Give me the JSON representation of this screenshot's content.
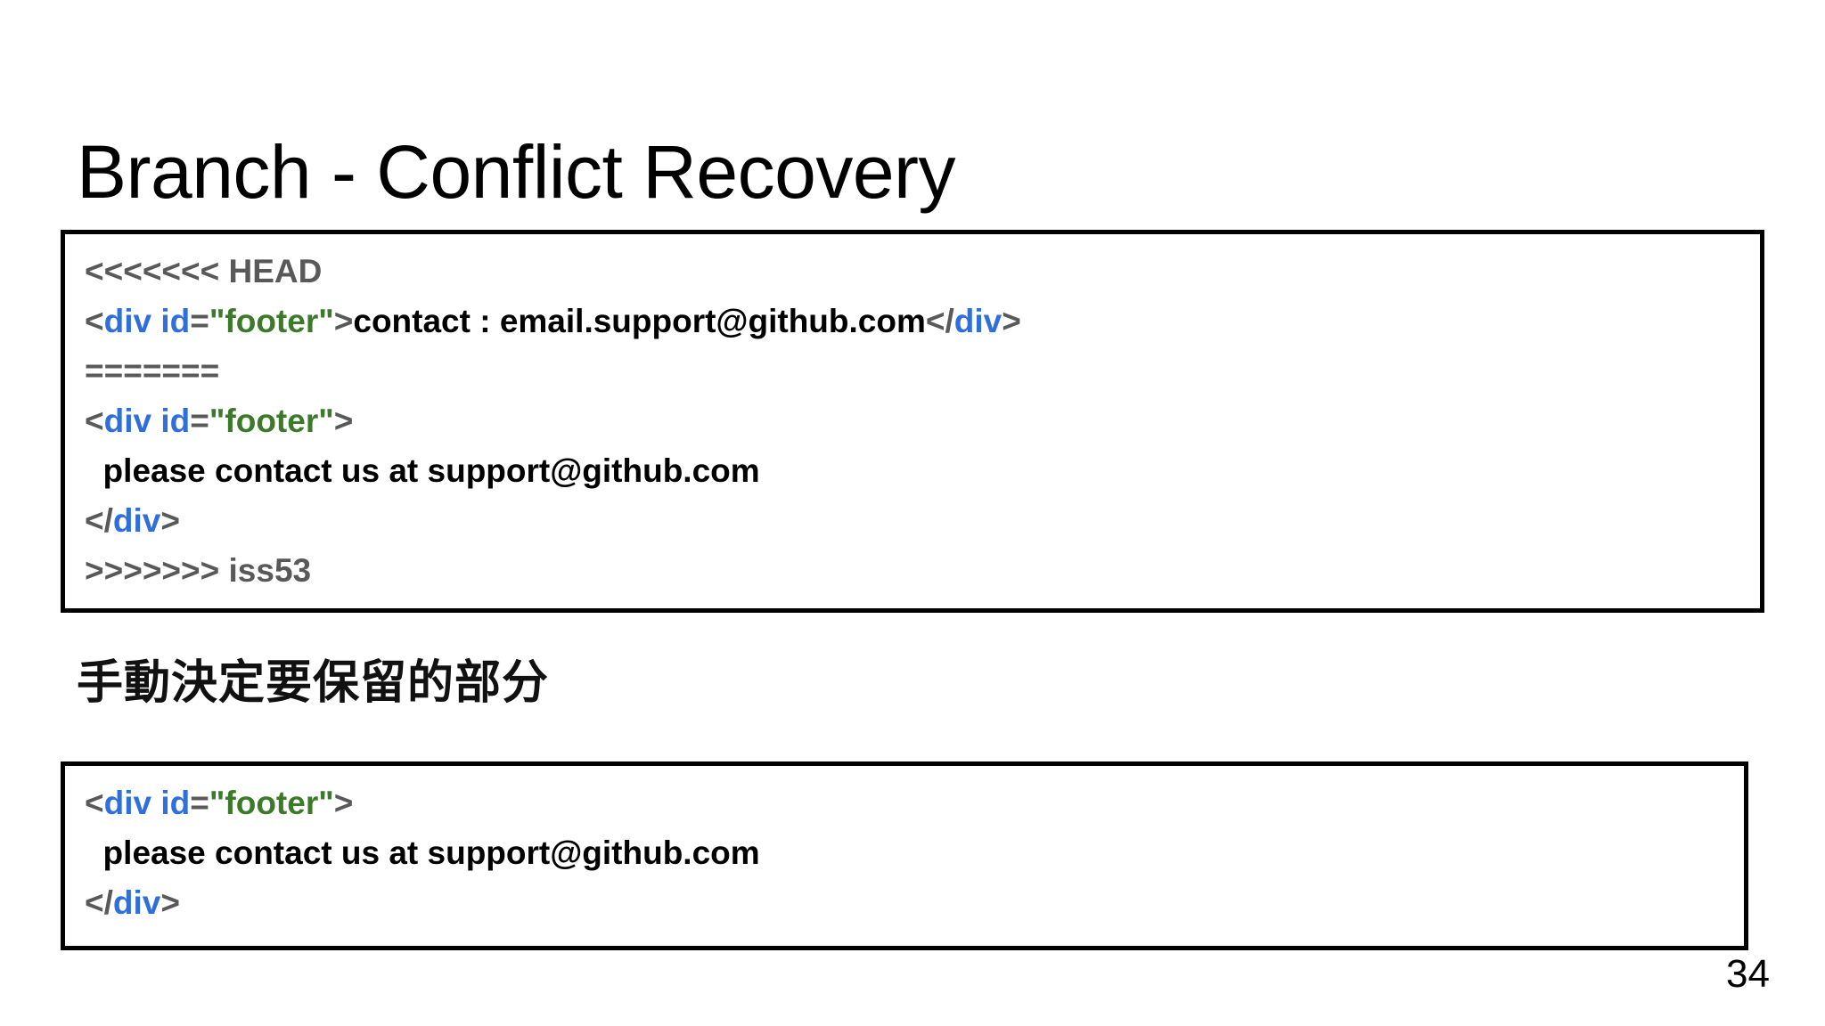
{
  "slide": {
    "title": "Branch - Conflict Recovery",
    "page_number": "34",
    "caption": "手動決定要保留的部分",
    "colors": {
      "background": "#ffffff",
      "text": "#000000",
      "border": "#000000",
      "punct_gray": "#595959",
      "tag_blue": "#2f6fdb",
      "value_green": "#3b7a28"
    }
  },
  "code_box_1": {
    "lines": [
      {
        "id": "conflict-start-marker",
        "tokens": [
          {
            "t": "<<<<<<< HEAD",
            "c": "marker"
          }
        ]
      },
      {
        "id": "head-footer-div",
        "tokens": [
          {
            "t": "<",
            "c": "punct"
          },
          {
            "t": "div",
            "c": "tag"
          },
          {
            "t": " ",
            "c": "text"
          },
          {
            "t": "id",
            "c": "attr"
          },
          {
            "t": "=",
            "c": "punct"
          },
          {
            "t": "\"footer\"",
            "c": "value"
          },
          {
            "t": ">",
            "c": "punct"
          },
          {
            "t": "contact : email.support@github.com",
            "c": "text"
          },
          {
            "t": "</",
            "c": "punct"
          },
          {
            "t": "div",
            "c": "tag"
          },
          {
            "t": ">",
            "c": "punct"
          }
        ]
      },
      {
        "id": "conflict-divider-marker",
        "tokens": [
          {
            "t": "=======",
            "c": "marker"
          }
        ]
      },
      {
        "id": "iss53-footer-open",
        "tokens": [
          {
            "t": "<",
            "c": "punct"
          },
          {
            "t": "div",
            "c": "tag"
          },
          {
            "t": " ",
            "c": "text"
          },
          {
            "t": "id",
            "c": "attr"
          },
          {
            "t": "=",
            "c": "punct"
          },
          {
            "t": "\"footer\"",
            "c": "value"
          },
          {
            "t": ">",
            "c": "punct"
          }
        ]
      },
      {
        "id": "iss53-footer-body",
        "tokens": [
          {
            "t": "  please contact us at support@github.com",
            "c": "text"
          }
        ]
      },
      {
        "id": "iss53-footer-close",
        "tokens": [
          {
            "t": "</",
            "c": "punct"
          },
          {
            "t": "div",
            "c": "tag"
          },
          {
            "t": ">",
            "c": "punct"
          }
        ]
      },
      {
        "id": "conflict-end-marker",
        "tokens": [
          {
            "t": ">>>>>>> iss53",
            "c": "marker"
          }
        ]
      }
    ]
  },
  "code_box_2": {
    "lines": [
      {
        "id": "resolved-footer-open",
        "tokens": [
          {
            "t": "<",
            "c": "punct"
          },
          {
            "t": "div",
            "c": "tag"
          },
          {
            "t": " ",
            "c": "text"
          },
          {
            "t": "id",
            "c": "attr"
          },
          {
            "t": "=",
            "c": "punct"
          },
          {
            "t": "\"footer\"",
            "c": "value"
          },
          {
            "t": ">",
            "c": "punct"
          }
        ]
      },
      {
        "id": "resolved-footer-body",
        "tokens": [
          {
            "t": "  please contact us at support@github.com",
            "c": "text"
          }
        ]
      },
      {
        "id": "resolved-footer-close",
        "tokens": [
          {
            "t": "</",
            "c": "punct"
          },
          {
            "t": "div",
            "c": "tag"
          },
          {
            "t": ">",
            "c": "punct"
          }
        ]
      }
    ]
  }
}
